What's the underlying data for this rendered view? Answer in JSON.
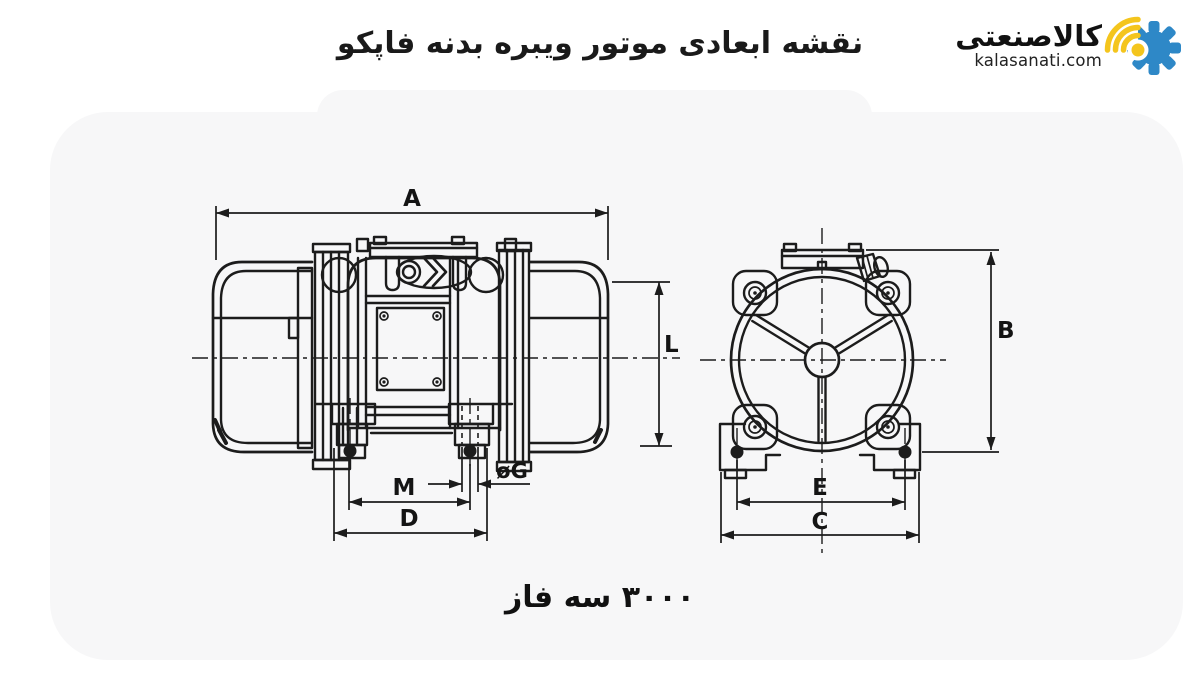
{
  "header": {
    "title": "نقشه ابعادی موتور ویبره بدنه فاپکو"
  },
  "brand": {
    "name": "کالاصنعتی",
    "domain": "kalasanati.com",
    "gear_color": "#2e88c7",
    "signal_color": "#f4c51d"
  },
  "drawing": {
    "line_color": "#1c1c1c",
    "canvas_color": "#f7f7f8",
    "labels": {
      "a": "A",
      "l": "L",
      "m": "M",
      "g": "øG",
      "d": "D",
      "b": "B",
      "e": "E",
      "c": "C"
    }
  },
  "caption": {
    "text": "۳۰۰۰ سه فاز"
  }
}
